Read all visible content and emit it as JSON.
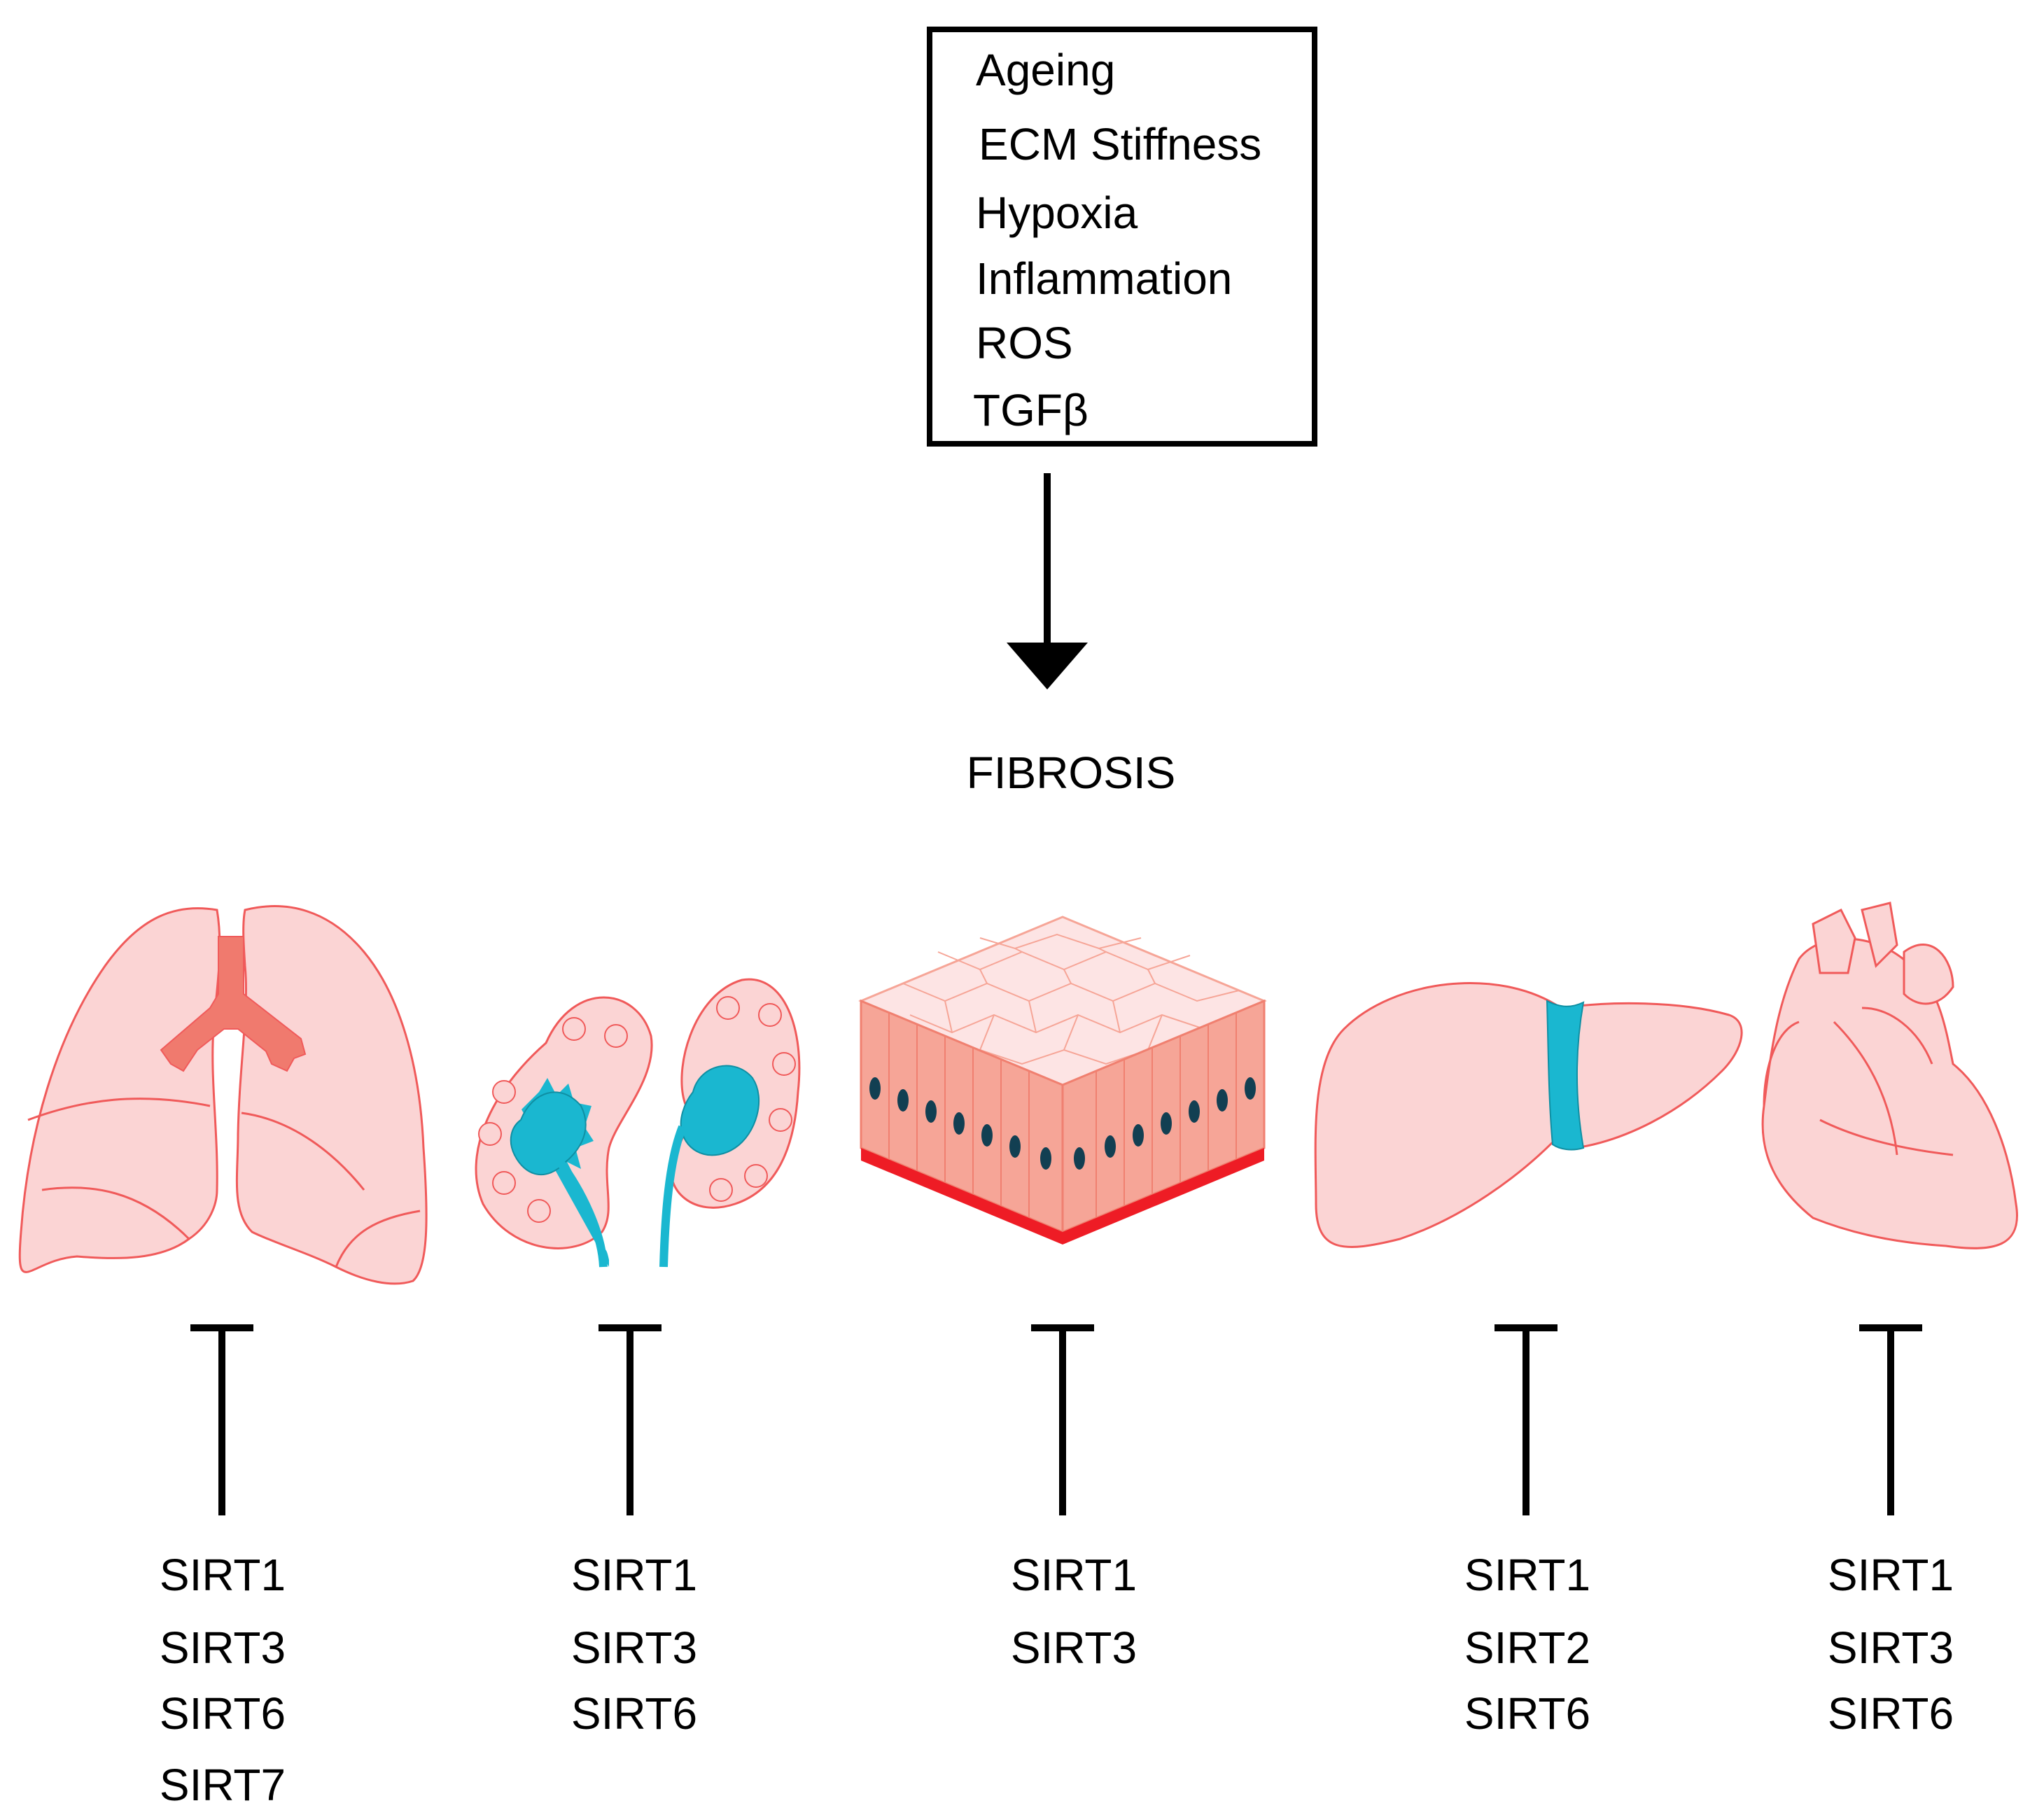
{
  "factors": {
    "items": [
      "Ageing",
      "ECM Stiffness",
      "Hypoxia",
      "Inflammation",
      "ROS",
      "TGFβ"
    ]
  },
  "outcome": "FIBROSIS",
  "organs": [
    {
      "icon": "lung-icon",
      "sirtuins": [
        "SIRT1",
        "SIRT3",
        "SIRT6",
        "SIRT7"
      ]
    },
    {
      "icon": "kidney-icon",
      "sirtuins": [
        "SIRT1",
        "SIRT3",
        "SIRT6"
      ]
    },
    {
      "icon": "skin-icon",
      "sirtuins": [
        "SIRT1",
        "SIRT3"
      ]
    },
    {
      "icon": "liver-icon",
      "sirtuins": [
        "SIRT1",
        "SIRT2",
        "SIRT6"
      ]
    },
    {
      "icon": "heart-icon",
      "sirtuins": [
        "SIRT1",
        "SIRT3",
        "SIRT6"
      ]
    }
  ],
  "colors": {
    "organ_fill": "#fbd4d4",
    "organ_stroke": "#f05a5a",
    "duct": "#1ab7d0",
    "airway": "#f07a6e",
    "skin_side": "#f6a597",
    "skin_base": "#ee1c25",
    "nucleus": "#123f52"
  }
}
